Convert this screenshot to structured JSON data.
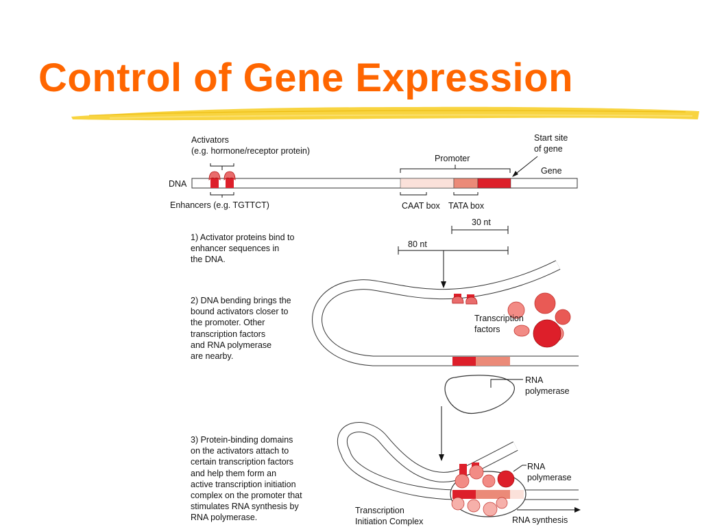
{
  "slide": {
    "title": "Control of Gene Expression",
    "title_color": "#ff6600",
    "accent_stroke_color": "#f7cc1e"
  },
  "diagram": {
    "colors": {
      "activator_red": "#dd1f2a",
      "tata_salmon": "#eb8a78",
      "caat_pink": "#fbe1da",
      "factor_pink": "#f28b85"
    },
    "labels": {
      "activators": "Activators",
      "activators_example": "(e.g. hormone/receptor protein)",
      "dna": "DNA",
      "enhancers": "Enhancers (e.g. TGTTCT)",
      "promoter": "Promoter",
      "start_site_line1": "Start site",
      "start_site_line2": "of gene",
      "gene": "Gene",
      "caat_box": "CAAT box",
      "tata_box": "TATA box",
      "nt_30": "30 nt",
      "nt_80": "80 nt",
      "transcription_factors_line1": "Transcription",
      "transcription_factors_line2": "factors",
      "rna_polymerase_line1": "RNA",
      "rna_polymerase_line2": "polymerase",
      "rna_polymerase_2_line1": "RNA",
      "rna_polymerase_2_line2": "polymerase",
      "initiation_complex_line1": "Transcription",
      "initiation_complex_line2": "Initiation Complex",
      "rna_synthesis": "RNA synthesis"
    },
    "steps": [
      {
        "text": "1)  Activator proteins bind to\n      enhancer sequences in\n      the DNA."
      },
      {
        "text": "2)  DNA bending brings the\n      bound activators closer to\n      the promoter. Other\n      transcription factors\n      and RNA polymerase\n      are nearby."
      },
      {
        "text": "3)  Protein-binding domains\n      on the activators attach to\n      certain transcription factors\n      and help them form an\n      active transcription initiation\n      complex on the promoter that\n      stimulates RNA synthesis by\n      RNA polymerase."
      }
    ]
  }
}
